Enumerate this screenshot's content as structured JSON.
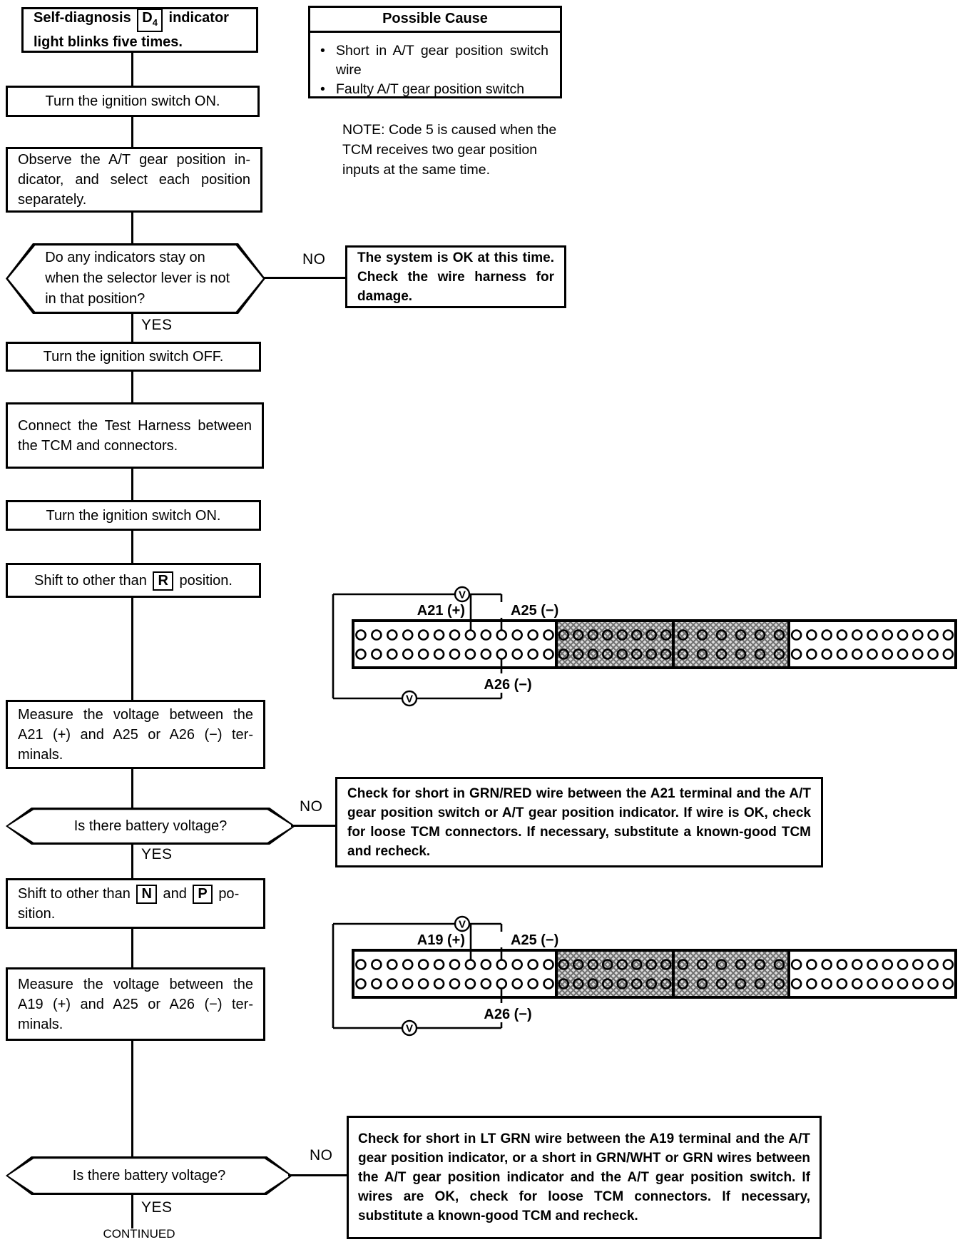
{
  "flow": {
    "start": {
      "pre": "Self-diagnosis",
      "indicator": "D",
      "indicator_sub": "4",
      "post": "indicator light blinks five times."
    },
    "steps": {
      "ignition_on_1": "Turn the ignition switch ON.",
      "observe": "Observe the A/T gear position in­dicator, and select each position separately.",
      "ignition_off": "Turn the ignition switch OFF.",
      "connect_harness": "Connect the Test Harness be­tween the TCM and connectors.",
      "ignition_on_2": "Turn the ignition switch ON.",
      "shift_r": {
        "pre": "Shift to other than",
        "key": "R",
        "post": "position."
      },
      "measure_a21": "Measure the voltage between the A21 (+) and A25 or A26 (−) ter­minals.",
      "shift_np": {
        "pre": "Shift to other than",
        "key1": "N",
        "mid": "and",
        "key2": "P",
        "post": "po­sition."
      },
      "measure_a19": "Measure the voltage between the A19 (+) and A25 or A26 (−) ter­minals."
    },
    "decisions": {
      "indicators_stay_on": "Do any indicators stay on when the selector lever is not in that position?",
      "battery_voltage_1": "Is there battery voltage?",
      "battery_voltage_2": "Is there battery voltage?"
    },
    "labels": {
      "yes": "YES",
      "no": "NO",
      "continued": "CONTINUED"
    },
    "results": {
      "system_ok": "The system is OK at this time. Check the wire harness for damage.",
      "short_grn_red": "Check for short in GRN/RED wire between the A21 terminal and the A/T gear position switch or A/T gear position indi­cator. If wire is OK, check for loose TCM connectors. If necessary, substitute a known-good TCM and recheck.",
      "short_lt_grn": "Check for short in LT GRN wire between the A19 terminal and the A/T gear position indicator, or a short in GRN/WHT or GRN wires between the A/T gear position indicator and the A/T gear position switch. If wires are OK, check for loose TCM connectors. If necessary, substitute a known-good TCM and recheck."
    }
  },
  "possible_cause": {
    "title": "Possible Cause",
    "bullet": "•",
    "items": [
      "Short in A/T gear position switch wire",
      "Faulty A/T gear position switch"
    ]
  },
  "note": "NOTE: Code 5 is caused when the TCM receives two gear po­sition inputs at the same time.",
  "connector_diagrams": [
    {
      "meter_symbol": "V",
      "positive": "A21 (+)",
      "negative_top": "A25 (−)",
      "negative_bottom": "A26 (−)",
      "sections": [
        {
          "pins_per_row": 13,
          "hatched": false
        },
        {
          "pins_per_row": 8,
          "hatched": true
        },
        {
          "pins_per_row": 6,
          "hatched": true
        },
        {
          "pins_per_row": 11,
          "hatched": false
        }
      ]
    },
    {
      "meter_symbol": "V",
      "positive": "A19 (+)",
      "negative_top": "A25 (−)",
      "negative_bottom": "A26 (−)",
      "sections": [
        {
          "pins_per_row": 13,
          "hatched": false
        },
        {
          "pins_per_row": 8,
          "hatched": true
        },
        {
          "pins_per_row": 6,
          "hatched": true
        },
        {
          "pins_per_row": 11,
          "hatched": false
        }
      ]
    }
  ],
  "ink": "#000000"
}
